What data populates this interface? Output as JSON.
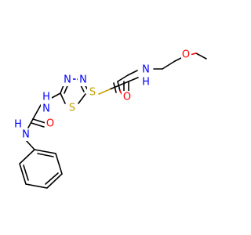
{
  "molecule": {
    "atoms": {
      "nh_amide": {
        "text": "N",
        "sub": "H",
        "element": "N"
      },
      "o_amide": {
        "text": "O",
        "element": "O"
      },
      "o_ether": {
        "text": "O",
        "element": "O"
      },
      "s_thioether": {
        "text": "S",
        "element": "S"
      },
      "n_ring_left": {
        "text": "N",
        "element": "N"
      },
      "n_ring_right": {
        "text": "N",
        "element": "N"
      },
      "s_ring": {
        "text": "S",
        "element": "S"
      },
      "nh_urea_top": {
        "text": "H",
        "sub": "N",
        "element": "N"
      },
      "o_urea": {
        "text": "O",
        "element": "O"
      },
      "nh_urea_bottom": {
        "text": "H",
        "sub": "N",
        "element": "N"
      }
    },
    "colors": {
      "N": "#0000ff",
      "O": "#ff0000",
      "S": "#c8a000",
      "C": "#000000"
    }
  }
}
